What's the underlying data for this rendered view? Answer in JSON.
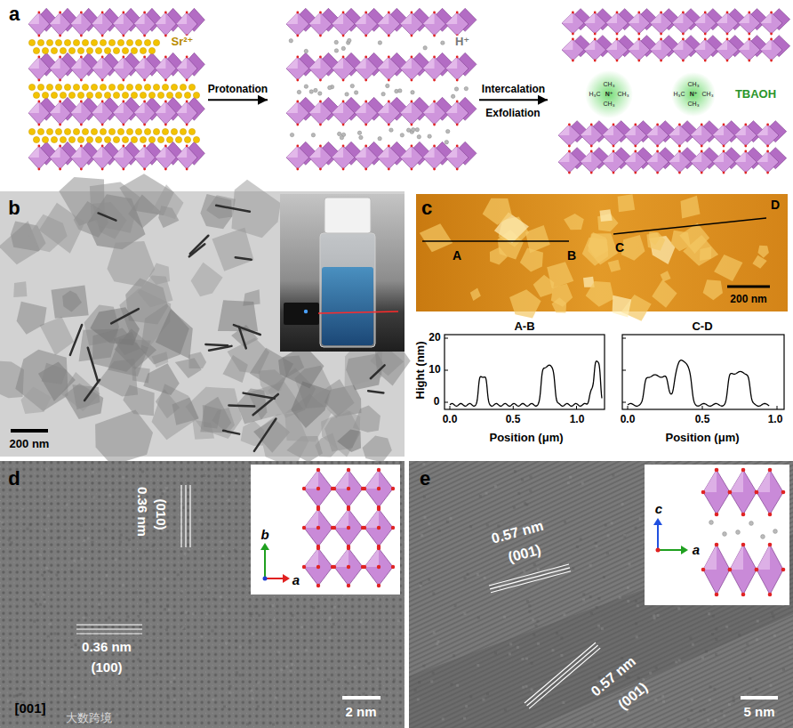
{
  "diagram": {
    "nodes": [
      {
        "text": [
          "Sr²⁺"
        ]
      },
      {
        "text": [
          "H⁺"
        ]
      },
      {
        "text": [
          "TBAOH"
        ]
      }
    ],
    "edges": [
      {
        "from": 0,
        "to": 1,
        "arrow": "to",
        "label": "Protonation"
      },
      {
        "from": 1,
        "to": 2,
        "arrow": "to",
        "label": "Intercalation"
      }
    ],
    "labels": [
      "a",
      "Exfoliation",
      "CH₃",
      "H₃C",
      "N⁺",
      "CH₃",
      "CH₃",
      "CH₃",
      "H₃C",
      "N⁺",
      "CH₃",
      "CH₃",
      "b",
      "200 nm",
      "c",
      "A",
      "B",
      "C",
      "D",
      "200 nm",
      "20",
      "10",
      "0",
      "Hight (nm)",
      "A-B",
      "C-D",
      "0.0",
      "0.5",
      "1.0",
      "Position (μm)",
      "0.0",
      "0.5",
      "1.0",
      "Position (μm)",
      "d",
      "0.36 nm",
      "(010)",
      "0.36 nm",
      "(100)",
      "b",
      "a",
      "[001]",
      "2 nm",
      "e",
      "0.57 nm",
      "(001)",
      "0.57 nm",
      "(001)",
      "c",
      "a",
      "5 nm",
      "大数跨境"
    ]
  }
}
